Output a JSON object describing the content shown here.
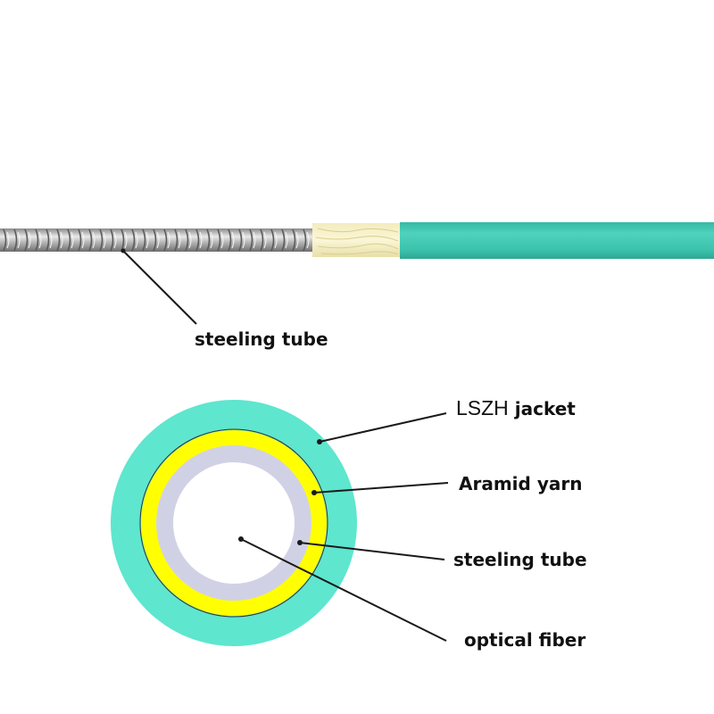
{
  "colors": {
    "jacket": "#3fc9b3",
    "jacket_cross_section": "#5ee6cf",
    "aramid_yarn": "#ffff00",
    "steel_tube": "#d1d1e6",
    "optical_fiber": "#ffffff",
    "steel_metal": "#a8a8a8",
    "leader_line": "#1a1a1a"
  },
  "labels": {
    "steeling_tube_top": "steeling tube",
    "jacket_prefix": "LSZH",
    "jacket_suffix": " jacket",
    "aramid_yarn": "Aramid yarn",
    "steeling_tube_bottom": "steeling tube",
    "optical_fiber": "optical fiber"
  }
}
